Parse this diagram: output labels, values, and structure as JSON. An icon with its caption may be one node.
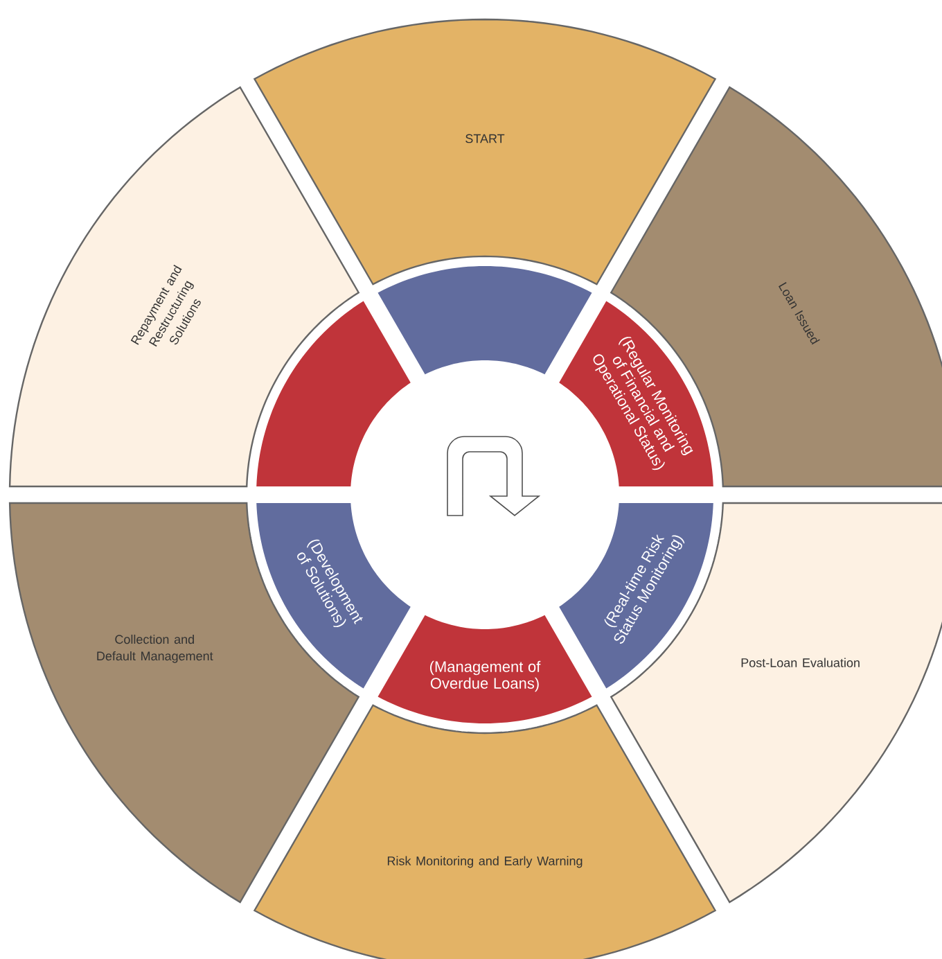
{
  "diagram": {
    "nodes": [
      {
        "text": [
          "START"
        ]
      },
      {
        "text": [
          "Loan Issued"
        ]
      },
      {
        "text": [
          "Post-Loan Evaluation"
        ]
      },
      {
        "text": [
          "Risk Monitoring and Early Warning"
        ]
      },
      {
        "text": [
          "Collection and Default Management"
        ]
      },
      {
        "text": [
          "Repayment and Restructuring Solutions"
        ]
      },
      {
        "text": [],
        "shape": "sector"
      },
      {
        "text": [
          "(Regular Monitoring of Financial and Operational Status)"
        ]
      },
      {
        "text": [
          "(Real-time Risk Status Monitoring)"
        ]
      },
      {
        "text": [
          "(Management of Overdue Loans)"
        ]
      },
      {
        "text": [
          "(Development of Solutions)"
        ]
      },
      {
        "text": [],
        "shape": "sector"
      }
    ]
  }
}
